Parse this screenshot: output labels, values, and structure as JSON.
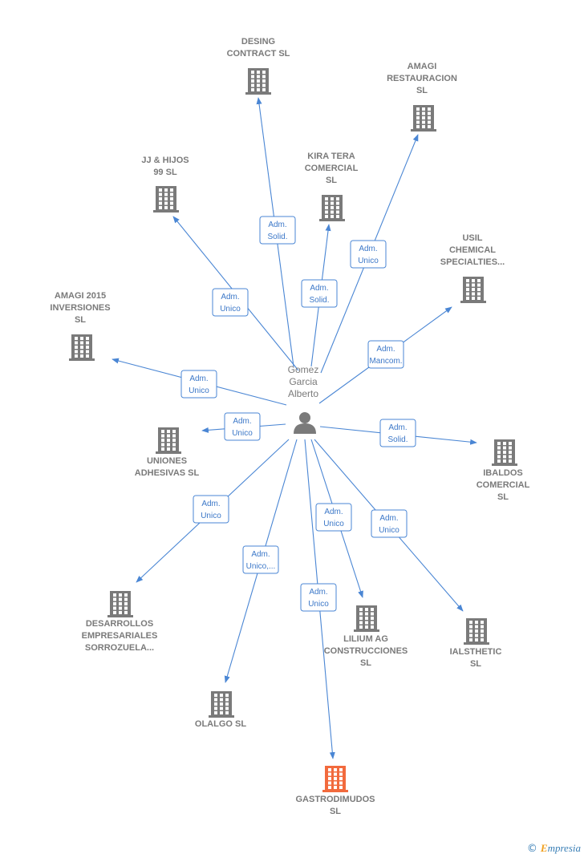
{
  "center": {
    "lines": [
      "Gomez",
      "Garcia",
      "Alberto"
    ],
    "icon": "person-icon"
  },
  "colors": {
    "edge": "#4a86d4",
    "building": "#7a7a7a",
    "highlight": "#f26a3d",
    "label": "#7a7a7a"
  },
  "companies": [
    {
      "id": "desing-contract",
      "lines": [
        "DESING",
        "CONTRACT SL"
      ],
      "role": [
        "Adm.",
        "Solid."
      ],
      "highlight": false
    },
    {
      "id": "amagi-restauracion",
      "lines": [
        "AMAGI",
        "RESTAURACION",
        "SL"
      ],
      "role": [
        "Adm.",
        "Unico"
      ],
      "highlight": false
    },
    {
      "id": "kira-tera",
      "lines": [
        "KIRA TERA",
        "COMERCIAL",
        "SL"
      ],
      "role": [
        "Adm.",
        "Solid."
      ],
      "highlight": false
    },
    {
      "id": "jj-hijos",
      "lines": [
        "JJ & HIJOS",
        "99 SL"
      ],
      "role": [
        "Adm.",
        "Unico"
      ],
      "highlight": false
    },
    {
      "id": "usil-chemical",
      "lines": [
        "USIL",
        "CHEMICAL",
        "SPECIALTIES..."
      ],
      "role": [
        "Adm.",
        "Mancom."
      ],
      "highlight": false
    },
    {
      "id": "amagi-2015",
      "lines": [
        "AMAGI 2015",
        "INVERSIONES",
        "SL"
      ],
      "role": [
        "Adm.",
        "Unico"
      ],
      "highlight": false
    },
    {
      "id": "uniones-adhesivas",
      "lines": [
        "UNIONES",
        "ADHESIVAS  SL"
      ],
      "role": [
        "Adm.",
        "Unico"
      ],
      "highlight": false
    },
    {
      "id": "ibaldos-comercial",
      "lines": [
        "IBALDOS",
        "COMERCIAL",
        "SL"
      ],
      "role": [
        "Adm.",
        "Solid."
      ],
      "highlight": false
    },
    {
      "id": "desarrollos-empresariales",
      "lines": [
        "DESARROLLOS",
        "EMPRESARIALES",
        "SORROZUELA..."
      ],
      "role": [
        "Adm.",
        "Unico"
      ],
      "highlight": false
    },
    {
      "id": "lilium-ag",
      "lines": [
        "LILIUM AG",
        "CONSTRUCCIONES",
        "SL"
      ],
      "role": [
        "Adm.",
        "Unico"
      ],
      "highlight": false
    },
    {
      "id": "ialsthetic",
      "lines": [
        "IALSTHETIC",
        "SL"
      ],
      "role": [
        "Adm.",
        "Unico"
      ],
      "highlight": false
    },
    {
      "id": "olalgo",
      "lines": [
        "OLALGO  SL"
      ],
      "role": [
        "Adm.",
        "Unico,..."
      ],
      "highlight": false
    },
    {
      "id": "gastrodimudos",
      "lines": [
        "GASTRODIMUDOS",
        "SL"
      ],
      "role": [
        "Adm.",
        "Unico"
      ],
      "highlight": true
    }
  ],
  "brand": {
    "copyright": "©",
    "first": "E",
    "rest": "mpresia"
  }
}
